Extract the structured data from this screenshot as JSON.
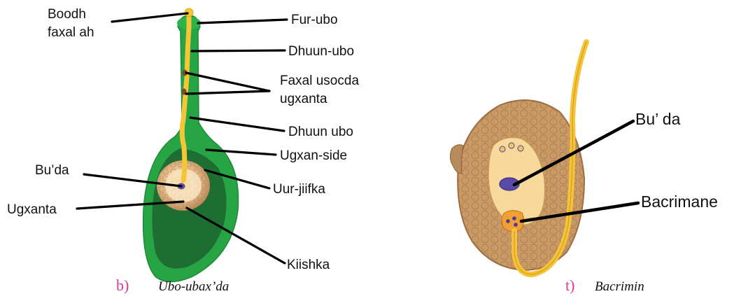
{
  "diagram_left": {
    "labels": {
      "boodh_line1": "Boodh",
      "boodh_line2": "faxal ah",
      "fur_ubo": "Fur-ubo",
      "dhuun_ubo_top": "Dhuun-ubo",
      "faxal_line1": "Faxal usocda",
      "faxal_line2": "ugxanta",
      "dhuun_ubo": "Dhuun ubo",
      "ugxan_side": "Ugxan-side",
      "bu_da": "Bu’da",
      "uur_jiifka": "Uur-jiifka",
      "ugxanta": "Ugxanta",
      "kiishka": "Kiishka"
    },
    "caption_letter": "b)",
    "caption_text": "Ubo-ubax’da"
  },
  "diagram_right": {
    "labels": {
      "bu_da": "Bu’ da",
      "bacrimane": "Bacrimane"
    },
    "caption_letter": "t)",
    "caption_text": "Bacrimin"
  },
  "colors": {
    "pistil_green": "#27a544",
    "pollen_tube_yellow": "#f3c537",
    "ovary_dark_green": "#1e6e34",
    "ovule_tan": "#d9a870",
    "seed_tan": "#c99a66",
    "nucleus_purple": "#5a4aa8",
    "caption_accent": "#e0389a"
  }
}
